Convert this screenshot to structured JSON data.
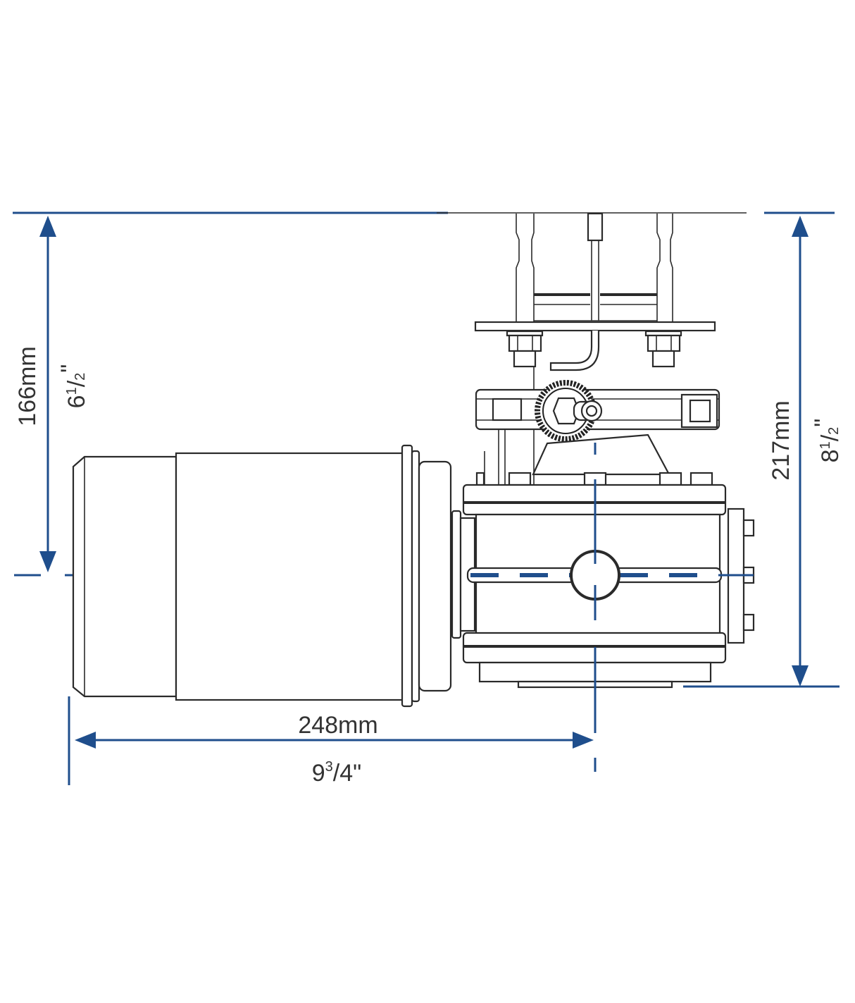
{
  "drawing": {
    "subject": "Windlass / winch motor and gearbox — side view technical dimension drawing",
    "colors": {
      "dimension_lines": "#1f4e8c",
      "outline": "#2a2a2a",
      "text": "#333333",
      "background": "#ffffff"
    },
    "dimensions": {
      "left_vertical": {
        "metric": "166mm",
        "imperial_whole": "6",
        "imperial_num": "1",
        "imperial_den": "2",
        "imperial_unit": "\"",
        "description": "Deck plate to motor centerline"
      },
      "right_vertical": {
        "metric": "217mm",
        "imperial_whole": "8",
        "imperial_num": "1",
        "imperial_den": "2",
        "imperial_unit": "\"",
        "description": "Deck plate to bottom of gearbox"
      },
      "bottom_horizontal": {
        "metric": "248mm",
        "imperial_whole": "9",
        "imperial_num": "3",
        "imperial_den": "4",
        "imperial_unit": "\"",
        "description": "Motor end to gearbox vertical centerline"
      }
    }
  }
}
